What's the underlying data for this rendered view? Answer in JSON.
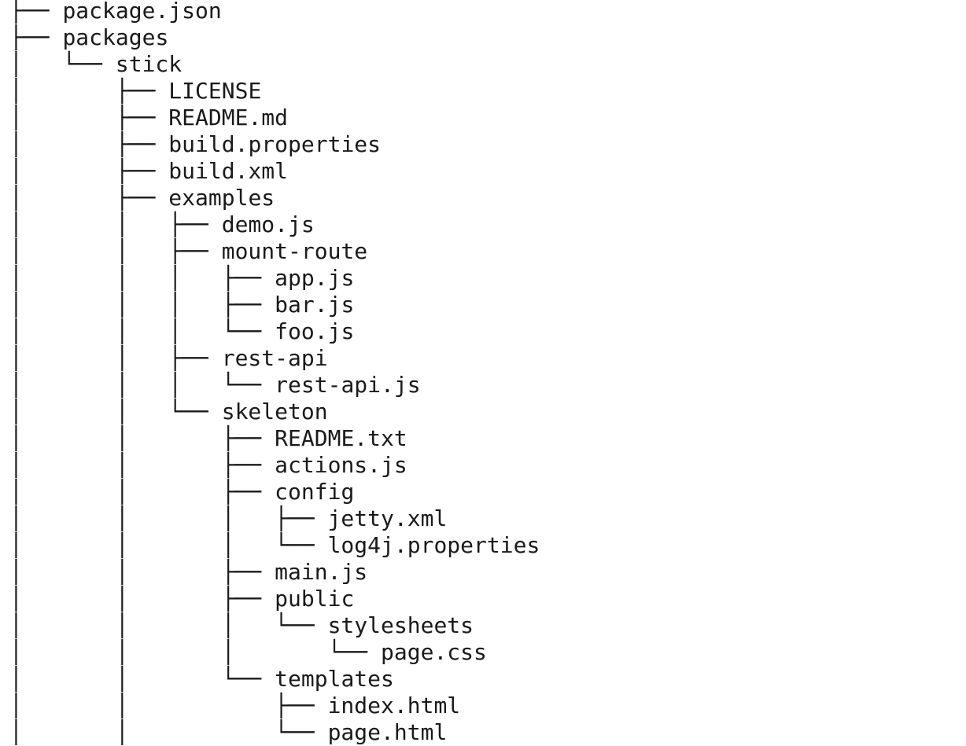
{
  "tree": {
    "rows": [
      {
        "prefix": "├── ",
        "name": "package.json"
      },
      {
        "prefix": "├── ",
        "name": "packages"
      },
      {
        "prefix": "│   └── ",
        "name": "stick"
      },
      {
        "prefix": "│       ├── ",
        "name": "LICENSE"
      },
      {
        "prefix": "│       ├── ",
        "name": "README.md"
      },
      {
        "prefix": "│       ├── ",
        "name": "build.properties"
      },
      {
        "prefix": "│       ├── ",
        "name": "build.xml"
      },
      {
        "prefix": "│       ├── ",
        "name": "examples"
      },
      {
        "prefix": "│       │   ├── ",
        "name": "demo.js"
      },
      {
        "prefix": "│       │   ├── ",
        "name": "mount-route"
      },
      {
        "prefix": "│       │   │   ├── ",
        "name": "app.js"
      },
      {
        "prefix": "│       │   │   ├── ",
        "name": "bar.js"
      },
      {
        "prefix": "│       │   │   └── ",
        "name": "foo.js"
      },
      {
        "prefix": "│       │   ├── ",
        "name": "rest-api"
      },
      {
        "prefix": "│       │   │   └── ",
        "name": "rest-api.js"
      },
      {
        "prefix": "│       │   └── ",
        "name": "skeleton"
      },
      {
        "prefix": "│       │       ├── ",
        "name": "README.txt"
      },
      {
        "prefix": "│       │       ├── ",
        "name": "actions.js"
      },
      {
        "prefix": "│       │       ├── ",
        "name": "config"
      },
      {
        "prefix": "│       │       │   ├── ",
        "name": "jetty.xml"
      },
      {
        "prefix": "│       │       │   └── ",
        "name": "log4j.properties"
      },
      {
        "prefix": "│       │       ├── ",
        "name": "main.js"
      },
      {
        "prefix": "│       │       ├── ",
        "name": "public"
      },
      {
        "prefix": "│       │       │   └── ",
        "name": "stylesheets"
      },
      {
        "prefix": "│       │       │       └── ",
        "name": "page.css"
      },
      {
        "prefix": "│       │       └── ",
        "name": "templates"
      },
      {
        "prefix": "│       │           ├── ",
        "name": "index.html"
      },
      {
        "prefix": "│       │           └── ",
        "name": "page.html"
      }
    ]
  }
}
